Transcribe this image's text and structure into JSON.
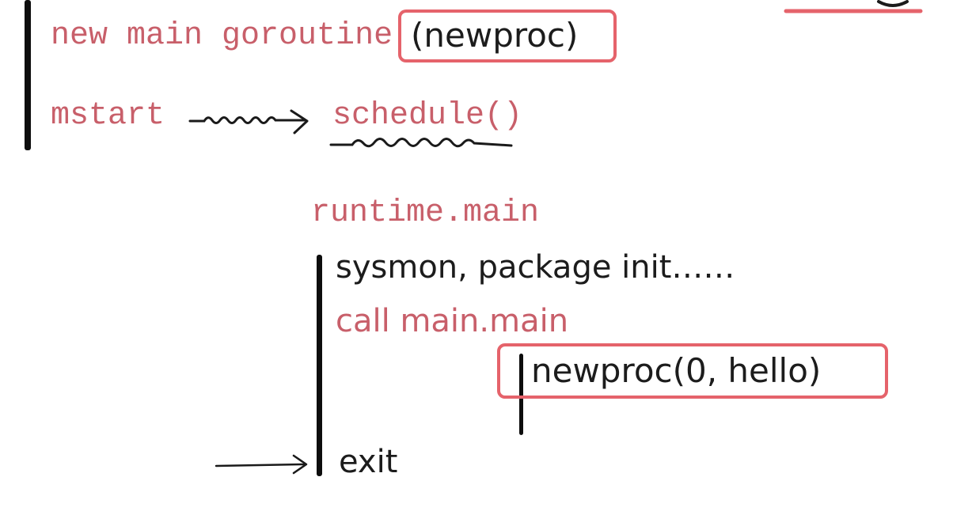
{
  "diagram": {
    "lines": {
      "new_main_goroutine": "new main goroutine",
      "newproc": "(newproc)",
      "mstart": "mstart",
      "schedule": "schedule()",
      "runtime_main": "runtime.main",
      "sysmon_init": "sysmon, package init……",
      "call_main_main": "call main.main",
      "newproc_hello": "newproc(0, hello)",
      "exit": "exit"
    },
    "colors": {
      "code_text": "#c85f6a",
      "handwritten_text": "#1c1c1c",
      "highlight_box": "#e5636b",
      "ink": "#0d0d0d"
    }
  }
}
